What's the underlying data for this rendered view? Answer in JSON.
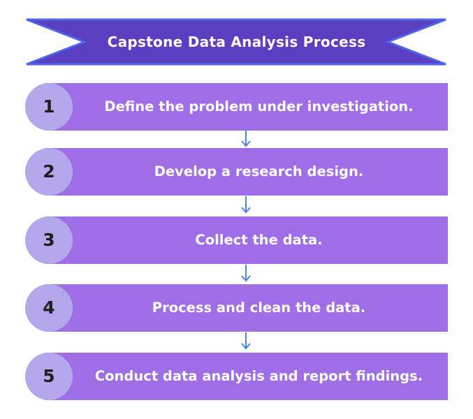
{
  "header": {
    "title": "Capstone Data Analysis Process"
  },
  "steps": [
    {
      "number": "1",
      "label": "Define the problem under investigation."
    },
    {
      "number": "2",
      "label": "Develop a research design."
    },
    {
      "number": "3",
      "label": "Collect the data."
    },
    {
      "number": "4",
      "label": "Process and clean the data."
    },
    {
      "number": "5",
      "label": "Conduct data analysis and report findings."
    }
  ],
  "colors": {
    "banner_fill": "#5b3fc0",
    "banner_border": "#4d63ee",
    "step_bar": "#9f6ee6",
    "step_circle": "#b4a7ec",
    "arrow": "#4a86e8"
  }
}
